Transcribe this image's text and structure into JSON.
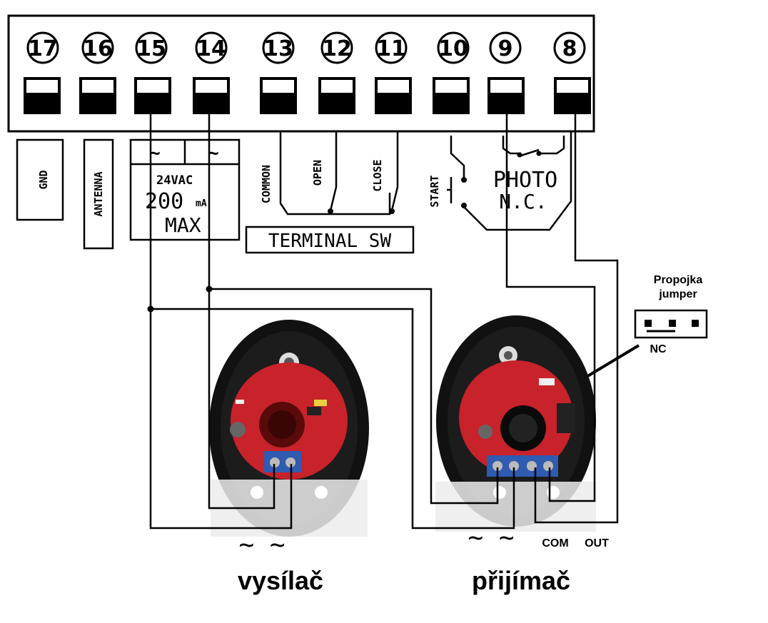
{
  "terminals": [
    {
      "id": "t17",
      "label": "17"
    },
    {
      "id": "t16",
      "label": "16"
    },
    {
      "id": "t15",
      "label": "15"
    },
    {
      "id": "t14",
      "label": "14"
    },
    {
      "id": "t13",
      "label": "13"
    },
    {
      "id": "t12",
      "label": "12"
    },
    {
      "id": "t11",
      "label": "11"
    },
    {
      "id": "t10",
      "label": "10"
    },
    {
      "id": "t9",
      "label": "9"
    },
    {
      "id": "t8",
      "label": "8"
    }
  ],
  "labels": {
    "gnd": "GND",
    "antenna": "ANTENNA",
    "ac_symbol": "~",
    "voltage": "24VAC",
    "current": "200",
    "current_unit": "mA",
    "max": "MAX",
    "common": "COMMON",
    "open": "OPEN",
    "close": "CLOSE",
    "terminal_sw": "TERMINAL SW",
    "start": "START",
    "photo": "PHOTO",
    "nc_photo": "N.C.",
    "jumper_line1": "Propojka",
    "jumper_line2": "jumper",
    "jumper_nc": "NC",
    "tx_ac": "~ ~",
    "rx_ac": "~ ~",
    "com": "COM",
    "out": "OUT",
    "transmitter": "vysílač",
    "receiver": "přijímač"
  },
  "colors": {
    "line": "#000000",
    "terminal_fill": "#000000",
    "board_red": "#c8222a",
    "housing": "#111111",
    "screw_block": "#2f5bb0",
    "lens": "#5a0a0a"
  }
}
